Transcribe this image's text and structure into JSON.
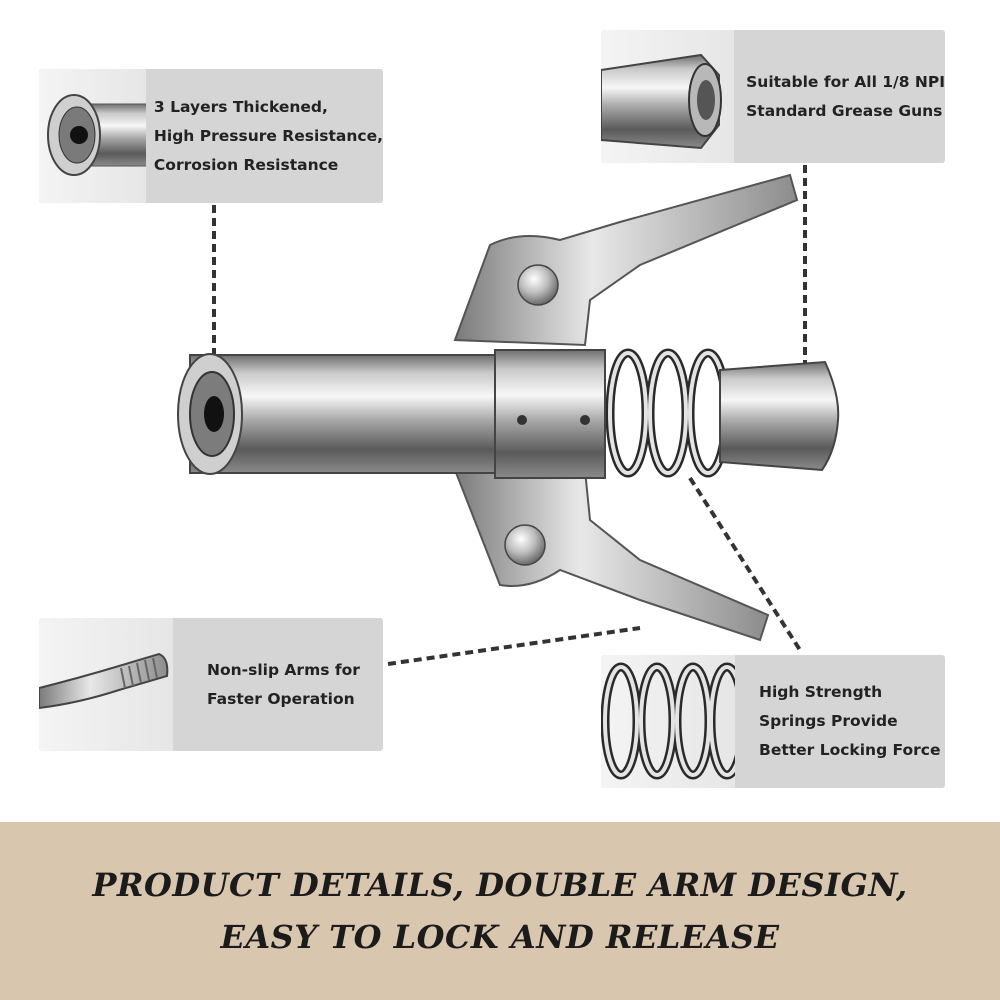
{
  "callouts": {
    "top_left": {
      "lines": [
        "3 Layers Thickened,",
        "High Pressure Resistance,",
        "Corrosion Resistance"
      ],
      "icon": "coupler-head-icon"
    },
    "top_right": {
      "lines": [
        "Suitable for All 1/8 NPI",
        "Standard Grease Guns"
      ],
      "icon": "hex-nut-icon"
    },
    "bottom_left": {
      "lines": [
        "Non-slip Arms for",
        "Faster Operation"
      ],
      "icon": "grip-arm-icon"
    },
    "bottom_right": {
      "lines": [
        "High Strength",
        "Springs Provide",
        "Better Locking Force"
      ],
      "icon": "spring-icon"
    }
  },
  "banner": {
    "lines": [
      "PRODUCT DETAILS, DOUBLE ARM DESIGN,",
      "EASY TO LOCK AND RELEASE"
    ]
  },
  "colors": {
    "callout_bg": "#d5d5d5",
    "banner_bg": "#d8c6ae",
    "text": "#222222"
  }
}
